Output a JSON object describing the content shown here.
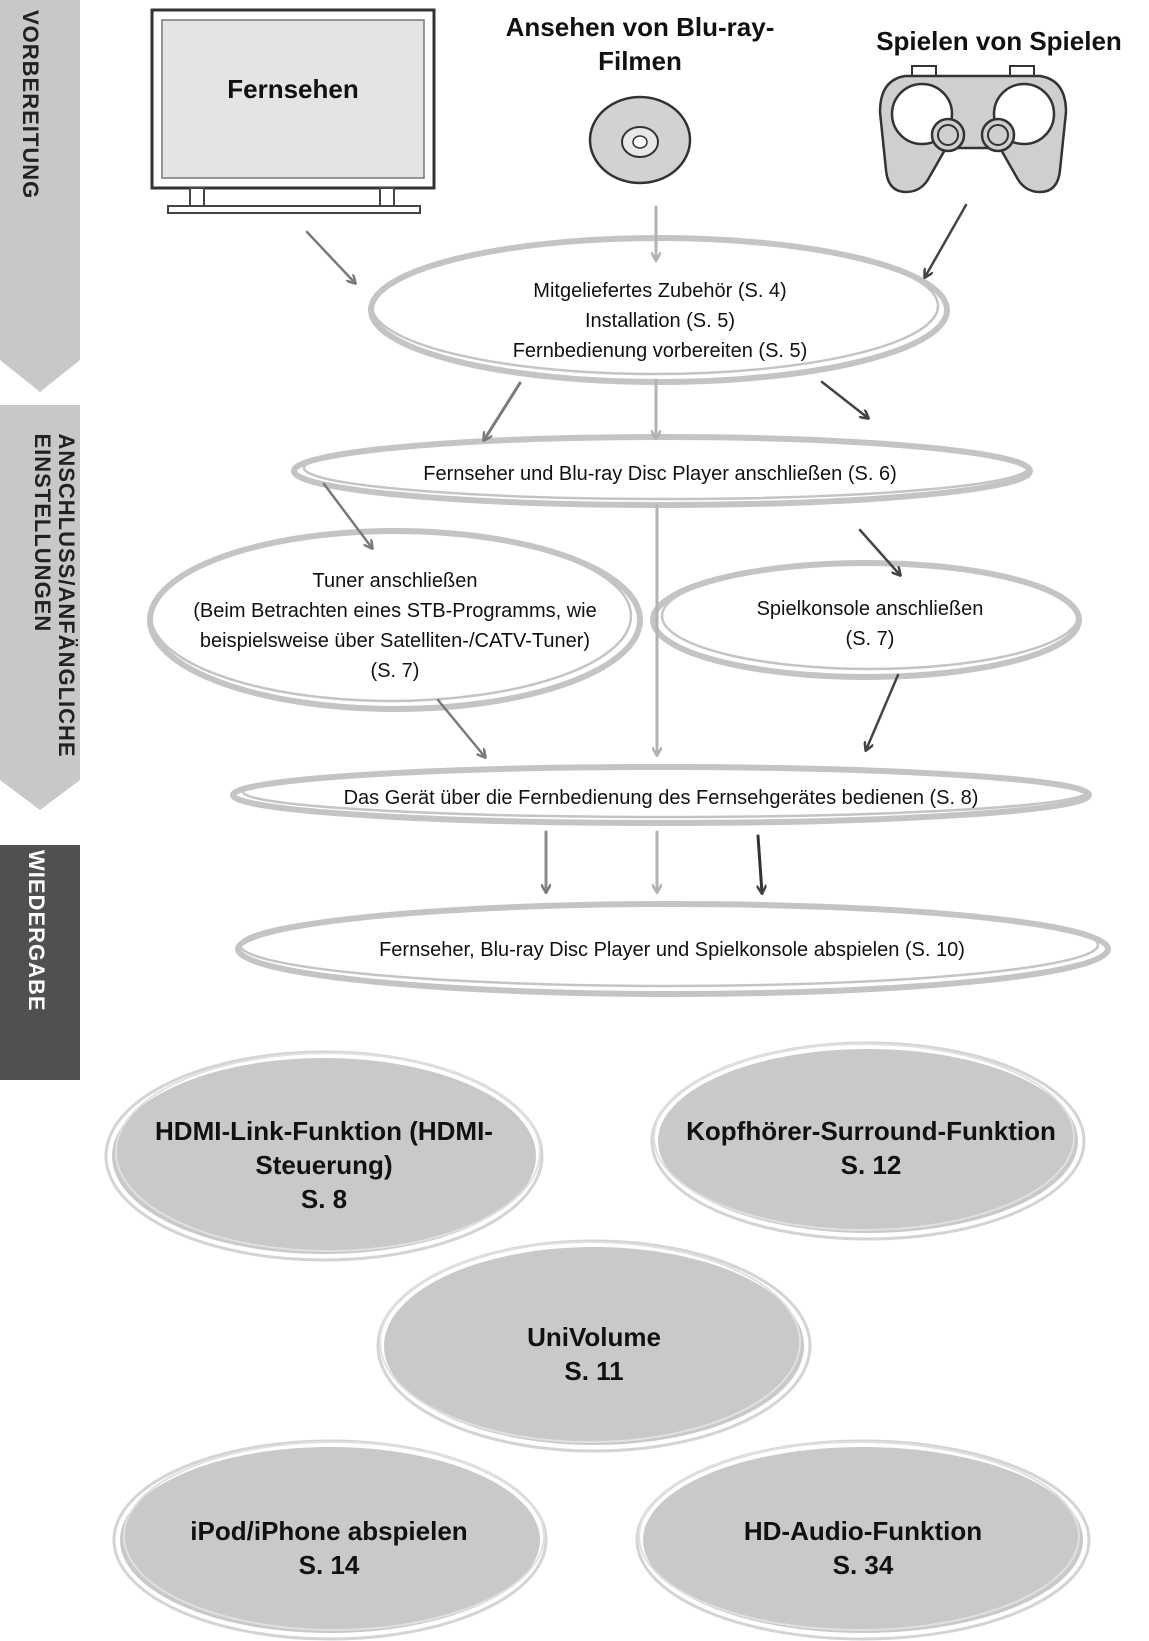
{
  "sections": {
    "prep": "VORBEREITUNG",
    "connect_line1": "ANSCHLUSS/ANFÄNGLICHE",
    "connect_line2": "EINSTELLUNGEN",
    "playback": "WIEDERGABE"
  },
  "sources": {
    "tv": "Fernsehen",
    "bluray_line1": "Ansehen von Blu-ray-",
    "bluray_line2": "Filmen",
    "game": "Spielen von Spielen"
  },
  "steps": {
    "setup": [
      "Mitgeliefertes Zubehör (S. 4)",
      "Installation (S. 5)",
      "Fernbedienung vorbereiten (S. 5)"
    ],
    "connect_tv": "Fernseher und Blu-ray Disc Player anschließen (S. 6)",
    "tuner": [
      "Tuner anschließen",
      "(Beim Betrachten eines STB-Programms, wie",
      "beispielsweise über Satelliten-/CATV-Tuner)",
      "(S. 7)"
    ],
    "console": [
      "Spielkonsole anschließen",
      "(S. 7)"
    ],
    "remote": "Das Gerät über die Fernbedienung des Fernsehgerätes bedienen (S. 8)",
    "play": "Fernseher, Blu-ray Disc Player und Spielkonsole abspielen (S. 10)"
  },
  "features": {
    "hdmi": [
      "HDMI-Link-Funktion (HDMI-",
      "Steuerung)",
      "S. 8"
    ],
    "headphone": [
      "Kopfhörer-Surround-Funktion",
      "S. 12"
    ],
    "univolume": [
      "UniVolume",
      "S. 11"
    ],
    "ipod": [
      "iPod/iPhone abspielen",
      "S. 14"
    ],
    "hdaudio": [
      "HD-Audio-Funktion",
      "S. 34"
    ]
  },
  "colors": {
    "sidebar_light": "#c8c8c8",
    "sidebar_dark": "#505050",
    "ellipse_stroke": "#c4c4c4",
    "feature_fill": "#c9c9c9",
    "arrow_gray": "#b3b3b3",
    "arrow_dark": "#333333"
  }
}
